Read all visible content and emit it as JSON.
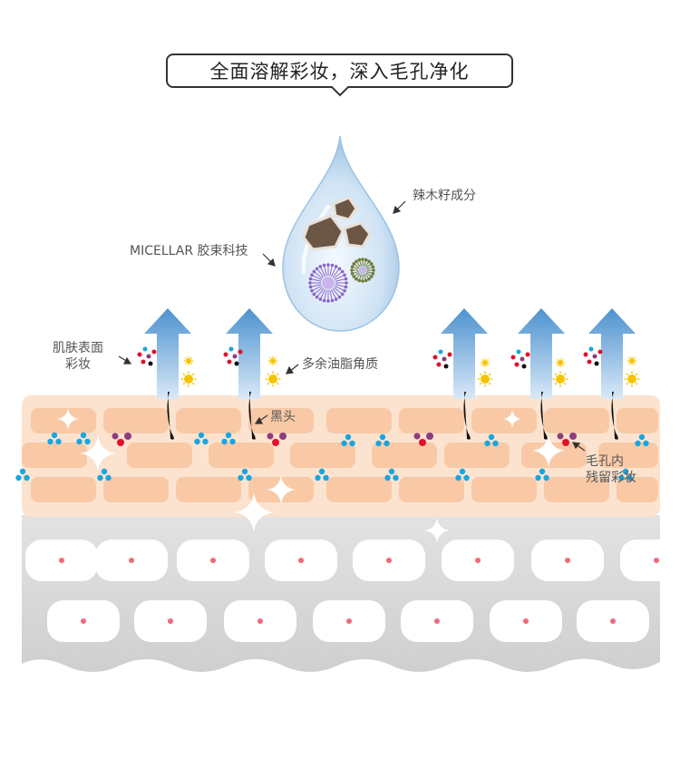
{
  "title": "全面溶解彩妆，深入毛孔净化",
  "labels": {
    "ingredient": "辣木籽成分",
    "micellar": "MICELLAR 胶束科技",
    "skin_surface_line1": "肌肤表面",
    "skin_surface_line2": "彩妆",
    "excess_oil": "多余油脂角质",
    "blackhead": "黑头",
    "pore_residue_line1": "毛孔内",
    "pore_residue_line2": "残留彩妆"
  },
  "colors": {
    "arrow": "#5b9bd5",
    "epidermis": "#fbe0c9",
    "cell": "#f9c9a6",
    "dermis": "#d6d6d6",
    "drop": "#b8d5ee",
    "makeup_red": "#e0112b",
    "makeup_purple": "#8e3c7e",
    "makeup_blue": "#19a6e0",
    "oil_yellow": "#f5c400",
    "hair": "#111111",
    "nucleus": "#f06a77"
  },
  "icons": [
    "water-drop-icon",
    "moringa-seed-icon",
    "micelle-icon",
    "up-arrow-icon",
    "sparkle-icon",
    "oil-sun-icon",
    "hair-follicle-icon"
  ]
}
